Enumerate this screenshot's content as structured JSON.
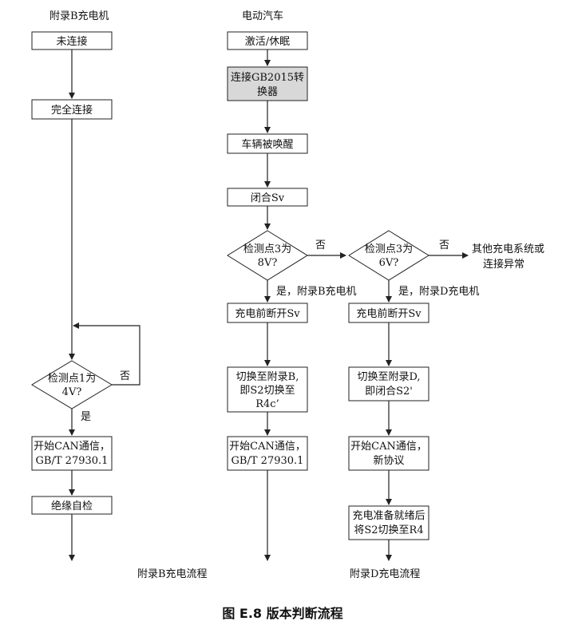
{
  "headers": {
    "left": "附录B充电机",
    "mid": "电动汽车"
  },
  "left": {
    "not_connected": "未连接",
    "fully_connected": "完全连接",
    "check1_line1": "检测点1为",
    "check1_line2": "4V?",
    "no": "否",
    "yes": "是",
    "can_line1": "开始CAN通信，",
    "can_line2": "GB/T 27930.1",
    "insulation": "绝缘自检",
    "flow_label": "附录B充电流程"
  },
  "mid": {
    "activate": "激活/休眠",
    "converter_line1": "连接GB2015转",
    "converter_line2": "换器",
    "vehicle_wake": "车辆被唤醒",
    "close_sv": "闭合Sv",
    "check3_8v_line1": "检测点3为",
    "check3_8v_line2": "8V?",
    "no": "否",
    "yes_b": "是，附录B充电机",
    "open_sv": "充电前断开Sv",
    "switch_b_line1": "切换至附录B,",
    "switch_b_line2": "即S2切换至",
    "switch_b_line3": "R4c’",
    "can_line1": "开始CAN通信，",
    "can_line2": "GB/T 27930.1"
  },
  "right": {
    "check3_6v_line1": "检测点3为",
    "check3_6v_line2": "6V?",
    "no": "否",
    "other_line1": "其他充电系统或",
    "other_line2": "连接异常",
    "yes_d": "是，附录D充电机",
    "open_sv": "充电前断开Sv",
    "switch_d_line1": "切换至附录D,",
    "switch_d_line2": "即闭合S2'",
    "can_line1": "开始CAN通信，",
    "can_line2": "新协议",
    "ready_line1": "充电准备就绪后",
    "ready_line2": "将S2切换至R4",
    "flow_label": "附录D充电流程"
  },
  "caption": "图 E.8  版本判断流程"
}
